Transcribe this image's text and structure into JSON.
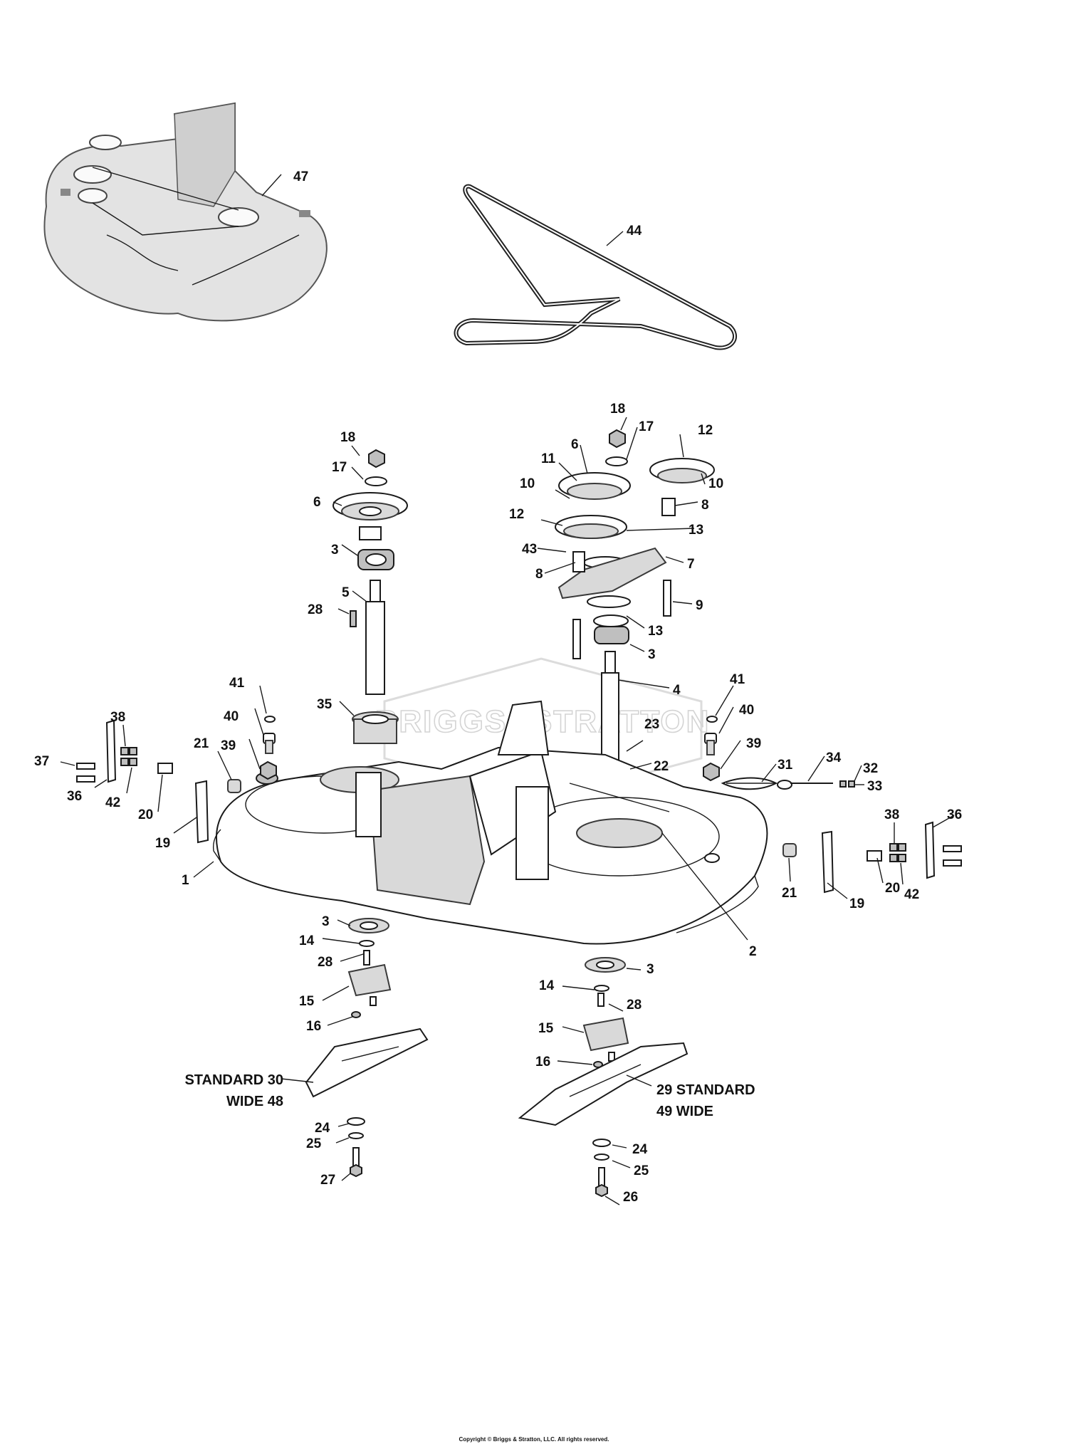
{
  "watermark": "BRIGGS&STRATTON",
  "copyright": "Copyright © Briggs & Stratton, LLC. All rights reserved.",
  "variant_labels": {
    "left_standard": "STANDARD 30",
    "left_wide": "WIDE 48",
    "right_standard": "29 STANDARD",
    "right_wide": "49 WIDE"
  },
  "callouts": {
    "c47": "47",
    "c44": "44",
    "l18": "18",
    "l17": "17",
    "l6": "6",
    "l3a": "3",
    "l5": "5",
    "l28a": "28",
    "l35": "35",
    "l41": "41",
    "l40": "40",
    "l39": "39",
    "l21": "21",
    "l38": "38",
    "l37": "37",
    "l36": "36",
    "l42": "42",
    "l20": "20",
    "l19": "19",
    "l1": "1",
    "r18": "18",
    "r17": "17",
    "r12a": "12",
    "r6": "6",
    "r11": "11",
    "r10a": "10",
    "r10b": "10",
    "r8a": "8",
    "r12b": "12",
    "r13a": "13",
    "r43": "43",
    "r7": "7",
    "r8b": "8",
    "r9": "9",
    "r13b": "13",
    "r3": "3",
    "r4": "4",
    "r23": "23",
    "r22": "22",
    "r41": "41",
    "r40": "40",
    "r39": "39",
    "r31": "31",
    "r34": "34",
    "r32": "32",
    "r33": "33",
    "r38": "38",
    "r36": "36",
    "r21": "21",
    "r19": "19",
    "r20": "20",
    "r42": "42",
    "r2": "2",
    "b3a": "3",
    "b14a": "14",
    "b28a": "28",
    "b15a": "15",
    "b16a": "16",
    "b24a": "24",
    "b25a": "25",
    "b27": "27",
    "b3b": "3",
    "b14b": "14",
    "b28b": "28",
    "b15b": "15",
    "b16b": "16",
    "b24b": "24",
    "b25b": "25",
    "b26": "26"
  }
}
